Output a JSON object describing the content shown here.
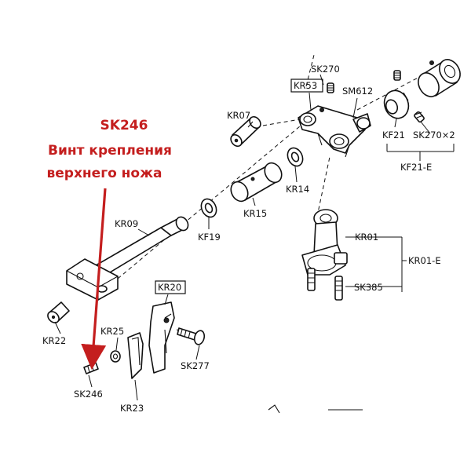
{
  "annotation": {
    "code": "SK246",
    "line1": "Винт крепления",
    "line2": "верхнего ножа",
    "color": "#c41e1e"
  },
  "labels": {
    "sk270_top": "SK270",
    "kr53": "KR53",
    "sm612": "SM612",
    "kr07": "KR07",
    "kf21": "KF21",
    "sk270x2": "SK270×2",
    "kf21e": "KF21-E",
    "kr14": "KR14",
    "kr15": "KR15",
    "kf19": "KF19",
    "kr09": "KR09",
    "kr01": "KR01",
    "kr01e": "KR01-E",
    "sk385": "SK385",
    "kr20": "KR20",
    "kr22": "KR22",
    "kr25": "KR25",
    "sk277": "SK277",
    "sk246": "SK246",
    "kr23": "KR23"
  }
}
